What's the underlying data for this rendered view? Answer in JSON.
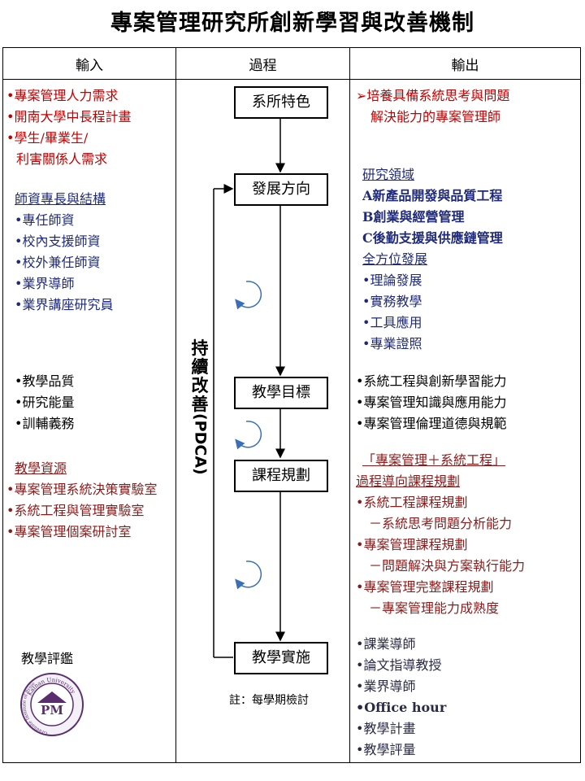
{
  "title": "專案管理研究所創新學習與改善機制",
  "headers": {
    "input": "輸入",
    "process": "過程",
    "output": "輸出"
  },
  "input": {
    "needs": [
      "專案管理人力需求",
      "開南大學中長程計畫",
      "學生/畢業生/",
      "利害關係人需求"
    ],
    "faculty_heading": "師資專長與結構",
    "faculty": [
      "專任師資",
      "校內支援師資",
      "校外兼任師資",
      "業界導師",
      "業界講座研究員"
    ],
    "quality": [
      "教學品質",
      "研究能量",
      "訓輔義務"
    ],
    "resources_heading": "教學資源",
    "resources": [
      "專案管理系統決策實驗室",
      "系統工程與管理實驗室",
      "專案管理個案研討室"
    ],
    "evaluation": "教學評鑑"
  },
  "logo": {
    "text_top": "Kainan University",
    "text_left": "Graduate Institute of Project Management",
    "center": "PM"
  },
  "process": {
    "steps": [
      "系所特色",
      "發展方向",
      "教學目標",
      "課程規劃",
      "教學實施"
    ],
    "loop_label": "持續改善(PDCA)",
    "note": "註：每學期檢討"
  },
  "output": {
    "goal": [
      "培養具備系統思考與問題",
      "解決能力的專案管理師"
    ],
    "research_heading": "研究領域",
    "research": [
      "A新產品開發與品質工程",
      "B創業與經營管理",
      "C後勤支援與供應鏈管理"
    ],
    "holistic_heading": "全方位發展",
    "holistic": [
      "理論發展",
      "實務教學",
      "工具應用",
      "專業證照"
    ],
    "abilities": [
      "系統工程與創新學習能力",
      "專案管理知識與應用能力",
      "專案管理倫理道德與規範"
    ],
    "curriculum_heading_1": "「專案管理＋系統工程」",
    "curriculum_heading_2": "過程導向課程規劃",
    "curriculum": [
      "系統工程課程規劃",
      "－系統思考問題分析能力",
      "專案管理課程規劃",
      "－問題解決與方案執行能力",
      "專案管理完整課程規劃",
      "－專案管理能力成熟度"
    ],
    "implementation": [
      "課業導師",
      "論文指導教授",
      "業界導師",
      "Office hour",
      "教學計畫",
      "教學評量"
    ]
  },
  "colors": {
    "red": "#c00000",
    "navy": "#1f2a7a",
    "brown": "#8b1a1a",
    "loop_arrow": "#3a6fb7"
  }
}
